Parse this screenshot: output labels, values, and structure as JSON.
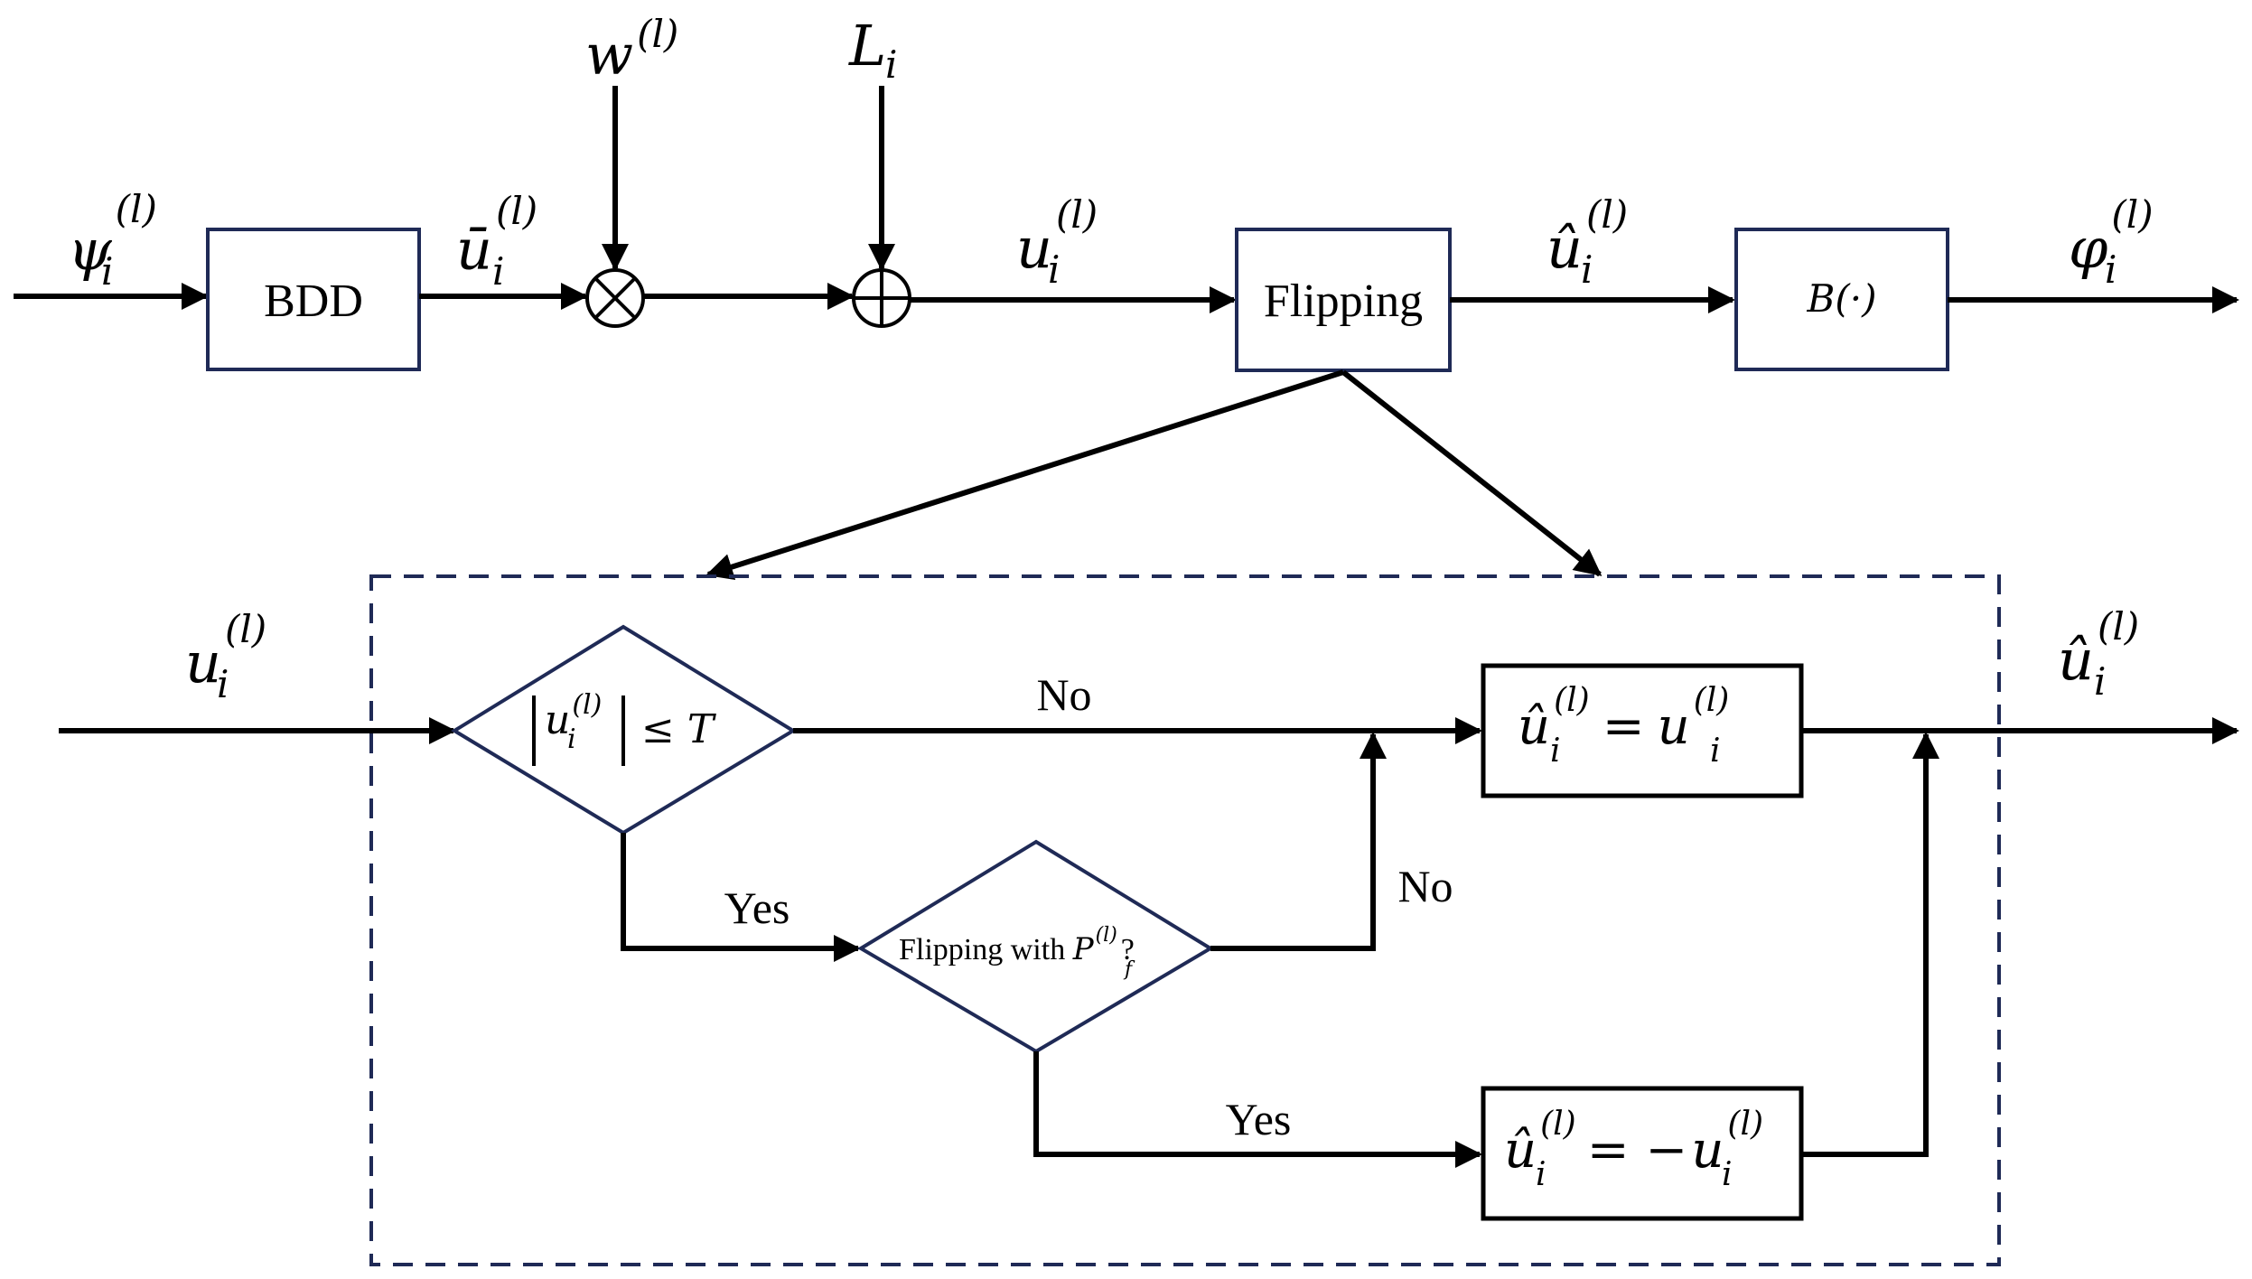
{
  "colors": {
    "box_border": "#1f2a56",
    "line": "#000000",
    "background": "#ffffff"
  },
  "top_chain": {
    "input_label": {
      "base": "ψ",
      "sub": "i",
      "sup": "(l)"
    },
    "bdd_label": "BDD",
    "bdd_out_label": {
      "base": "ū",
      "sub": "i",
      "sup": "(l)"
    },
    "mult_input_label": {
      "base": "w",
      "sup": "(l)"
    },
    "add_input_label": {
      "base": "L",
      "sub": "i"
    },
    "adder_out_label": {
      "base": "u",
      "sub": "i",
      "sup": "(l)"
    },
    "flipping_label": "Flipping",
    "flipping_out_label": {
      "base": "û",
      "sub": "i",
      "sup": "(l)"
    },
    "b_block_label": "B(·)",
    "output_label": {
      "base": "φ",
      "sub": "i",
      "sup": "(l)"
    }
  },
  "detail": {
    "input_label": {
      "base": "u",
      "sub": "i",
      "sup": "(l)"
    },
    "decision1": {
      "abs_base": "u",
      "sub": "i",
      "sup": "(l)",
      "relation": "≤ T"
    },
    "decision1_no": "No",
    "decision1_yes": "Yes",
    "decision2": {
      "text": "Flipping with ",
      "p_base": "P",
      "p_sub": "f",
      "p_sup": "(l)",
      "q": "?"
    },
    "decision2_no": "No",
    "decision2_yes": "Yes",
    "result_keep": {
      "lhs_base": "û",
      "sub": "i",
      "sup": "(l)",
      "eq": "=",
      "rhs_base": "u"
    },
    "result_flip": {
      "lhs_base": "û",
      "sub": "i",
      "sup": "(l)",
      "eq": "= −",
      "rhs_base": "u"
    },
    "output_label": {
      "base": "û",
      "sub": "i",
      "sup": "(l)"
    }
  }
}
